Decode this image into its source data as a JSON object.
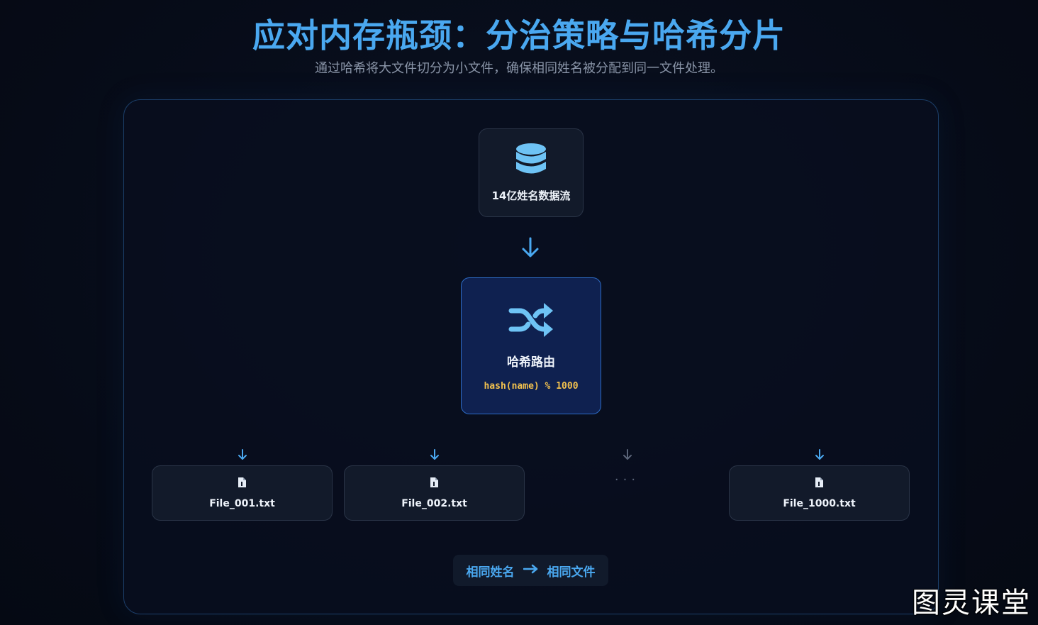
{
  "header": {
    "title": "应对内存瓶颈：分治策略与哈希分片",
    "subtitle": "通过哈希将大文件切分为小文件，确保相同姓名被分配到同一文件处理。"
  },
  "diagram": {
    "source": {
      "label": "14亿姓名数据流",
      "icon": "database-icon"
    },
    "router": {
      "label": "哈希路由",
      "formula": "hash(name) % 1000",
      "icon": "shuffle-icon"
    },
    "files": [
      {
        "name": "File_001.txt",
        "icon": "file-icon"
      },
      {
        "name": "File_002.txt",
        "icon": "file-icon"
      },
      {
        "ellipsis": "···"
      },
      {
        "name": "File_1000.txt",
        "icon": "file-icon"
      }
    ],
    "legend": {
      "left": "相同姓名",
      "arrow": "→",
      "right": "相同文件"
    }
  },
  "watermark": "图灵课堂",
  "colors": {
    "accent": "#4aa8f0",
    "formula": "#f2c14e",
    "router_bg": "#0f2150",
    "card_bg": "#121a2a"
  }
}
